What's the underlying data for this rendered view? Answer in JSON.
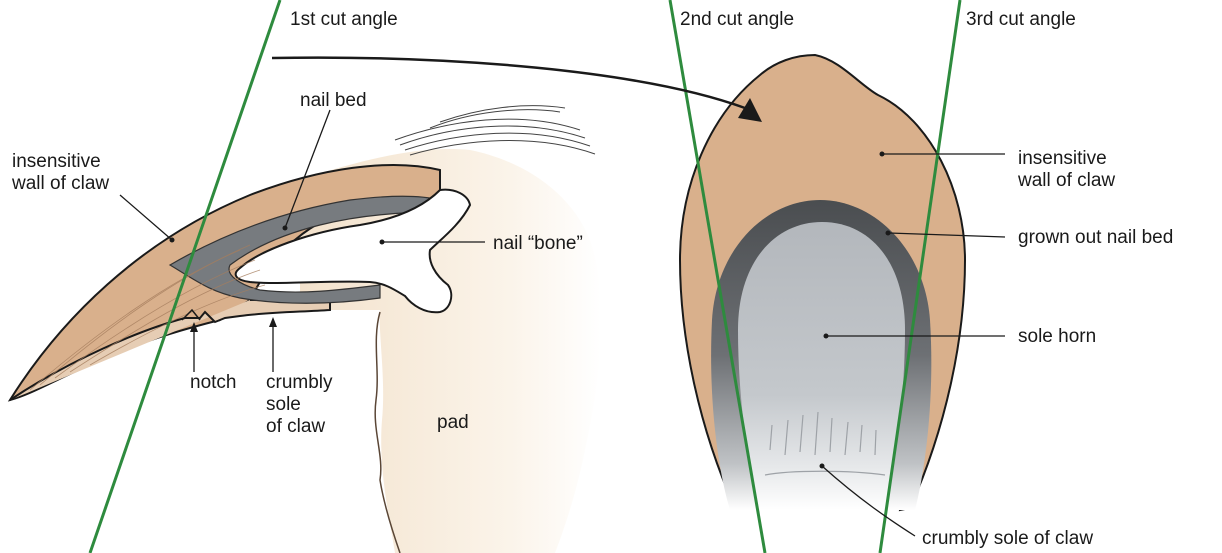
{
  "cut_angles": {
    "first": "1st cut angle",
    "second": "2nd cut angle",
    "third": "3rd cut angle"
  },
  "side_view": {
    "insensitive_wall_line1": "insensitive",
    "insensitive_wall_line2": "wall of claw",
    "nail_bed": "nail bed",
    "nail_bone": "nail “bone”",
    "notch": "notch",
    "crumbly_line1": "crumbly",
    "crumbly_line2": "sole",
    "crumbly_line3": "of claw",
    "pad": "pad"
  },
  "cross_section": {
    "insensitive_wall_line1": "insensitive",
    "insensitive_wall_line2": "wall of claw",
    "grown_out_nail_bed": "grown out nail bed",
    "sole_horn": "sole horn",
    "crumbly_sole": "crumbly sole of claw"
  },
  "colors": {
    "claw_tan": "#d9b08c",
    "nail_bed_gray": "#6b6f73",
    "sole_horn_gray": "#b8bcc1",
    "pad_cream": "#f7ecdd",
    "cut_line_green": "#2e8b3e",
    "outline": "#1a1a1a"
  }
}
